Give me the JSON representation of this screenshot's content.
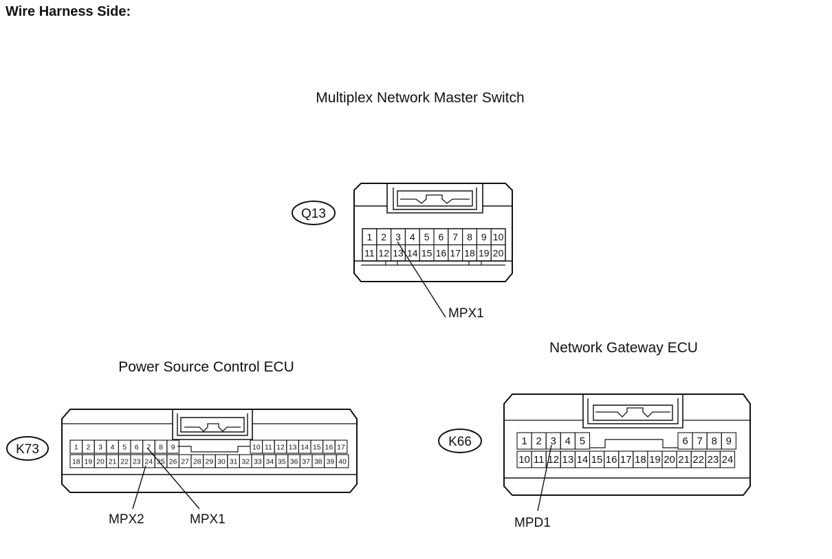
{
  "header": {
    "title": "Wire Harness Side:"
  },
  "connectors": {
    "q13": {
      "title": "Multiplex Network Master Switch",
      "code": "Q13",
      "row1": [
        "1",
        "2",
        "3",
        "4",
        "5",
        "6",
        "7",
        "8",
        "9",
        "10"
      ],
      "row2": [
        "11",
        "12",
        "13",
        "14",
        "15",
        "16",
        "17",
        "18",
        "19",
        "20"
      ],
      "signals": [
        {
          "label": "MPX1",
          "pin": "3"
        }
      ]
    },
    "k73": {
      "title": "Power Source Control ECU",
      "code": "K73",
      "row1_left": [
        "1",
        "2",
        "3",
        "4",
        "5",
        "6",
        "7",
        "8",
        "9"
      ],
      "row1_right": [
        "10",
        "11",
        "12",
        "13",
        "14",
        "15",
        "16",
        "17"
      ],
      "row2": [
        "18",
        "19",
        "20",
        "21",
        "22",
        "23",
        "24",
        "25",
        "26",
        "27",
        "28",
        "29",
        "30",
        "31",
        "32",
        "33",
        "34",
        "35",
        "36",
        "37",
        "38",
        "39",
        "40"
      ],
      "signals": [
        {
          "label": "MPX2",
          "pin": "24"
        },
        {
          "label": "MPX1",
          "pin": "7"
        }
      ]
    },
    "k66": {
      "title": "Network Gateway ECU",
      "code": "K66",
      "row1_left": [
        "1",
        "2",
        "3",
        "4",
        "5"
      ],
      "row1_right": [
        "6",
        "7",
        "8",
        "9"
      ],
      "row2": [
        "10",
        "11",
        "12",
        "13",
        "14",
        "15",
        "16",
        "17",
        "18",
        "19",
        "20",
        "21",
        "22",
        "23",
        "24"
      ],
      "signals": [
        {
          "label": "MPD1",
          "pin": "3"
        }
      ]
    }
  }
}
